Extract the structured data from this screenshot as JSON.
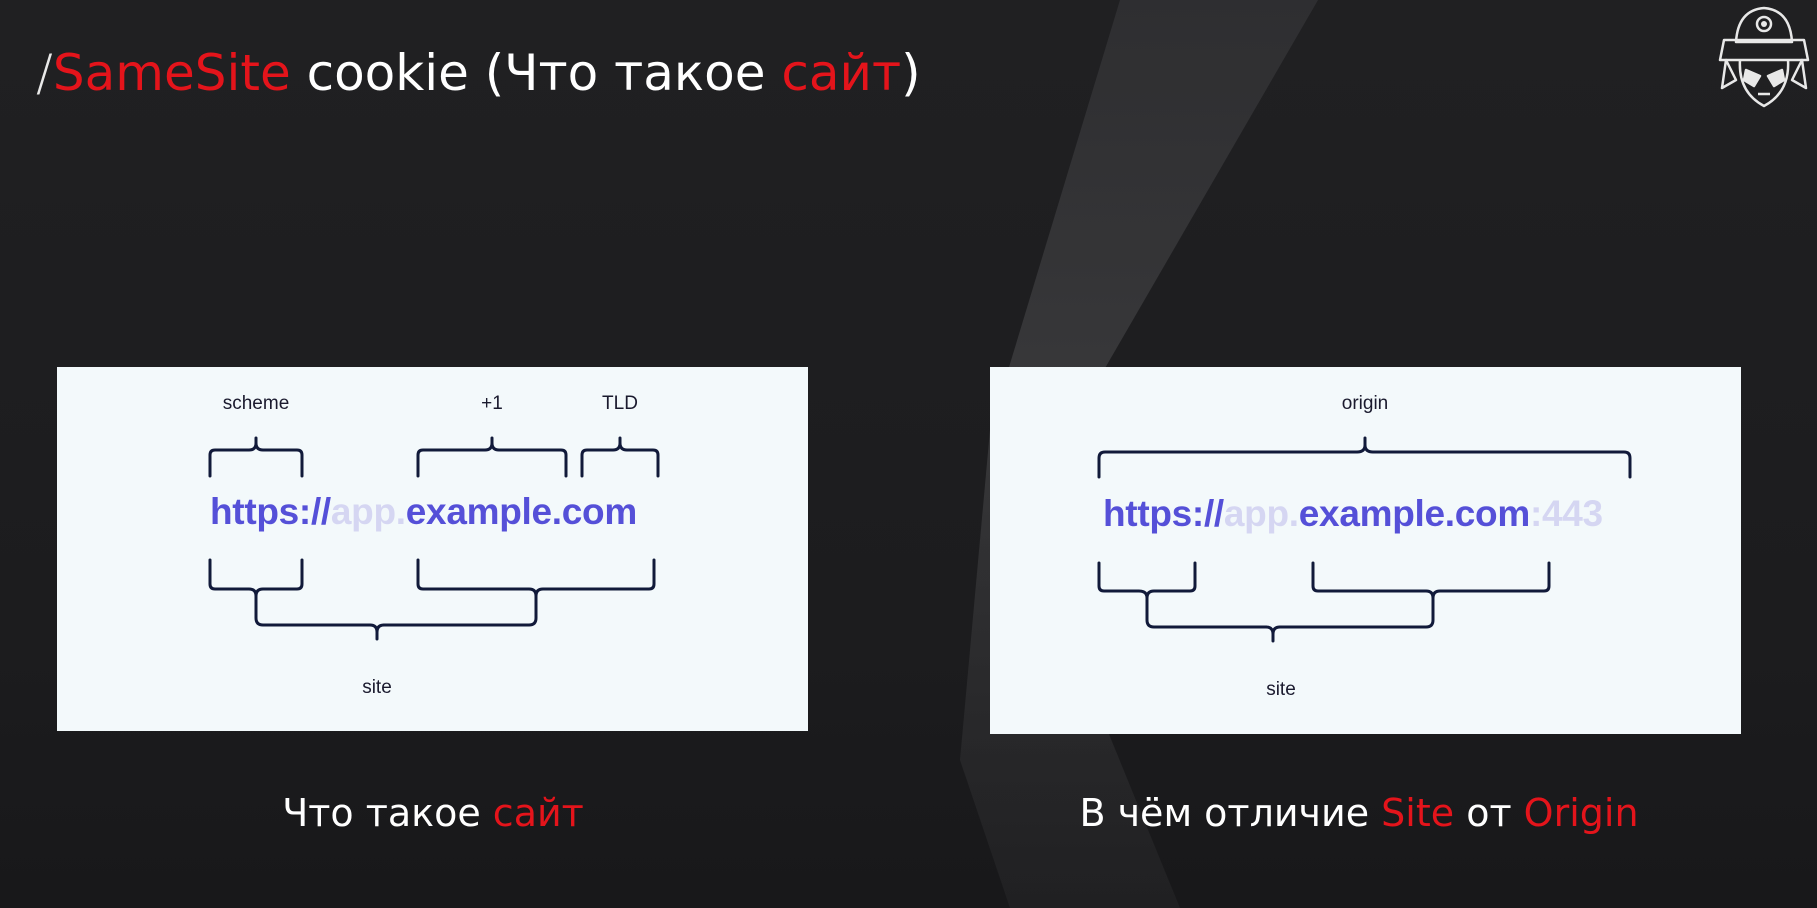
{
  "title": {
    "slash": "/",
    "part1": "SameSite",
    "part2": " cookie (Что такое ",
    "part3": "сайт",
    "part4": ")"
  },
  "left_diagram": {
    "labels": {
      "scheme": "scheme",
      "plus_one": "+1",
      "tld": "TLD",
      "site": "site"
    },
    "url": {
      "scheme": "https://",
      "subdomain": "app.",
      "domain": "example.com"
    }
  },
  "right_diagram": {
    "labels": {
      "origin": "origin",
      "site": "site"
    },
    "url": {
      "scheme": "https://",
      "subdomain": "app.",
      "domain": "example.com",
      "port": ":443"
    }
  },
  "captions": {
    "left": {
      "part1": "Что такое ",
      "part2": "сайт"
    },
    "right": {
      "part1": "В чём отличие ",
      "part2": "Site",
      "part3": " от ",
      "part4": "Origin"
    }
  },
  "colors": {
    "accent_red": "#e4141b",
    "url_strong": "#5550d8",
    "url_faint": "#d5d6f2",
    "panel_bg": "#f3f9fb",
    "bracket": "#111a3a"
  },
  "icons": {
    "logo": "skull-ushanka-logo-icon"
  }
}
